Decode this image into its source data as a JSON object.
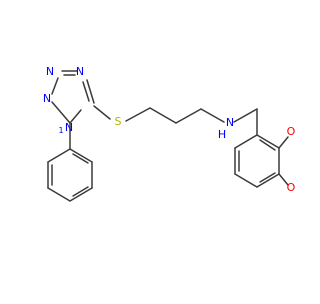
{
  "molecule": {
    "atom_labels": {
      "n_tz_top_left": "N",
      "n_tz_top_right": "N",
      "n_tz_ring_left": "N",
      "n_tz_left": "N",
      "n_tz_sub": "1",
      "s": "S",
      "h": "H",
      "n_amine": "N",
      "o_upper": "O",
      "o_lower": "O"
    },
    "colors": {
      "bond": "#3a3a3a",
      "nitrogen": "#0000ff",
      "oxygen": "#ff0000",
      "sulfur": "#b3b300"
    }
  }
}
